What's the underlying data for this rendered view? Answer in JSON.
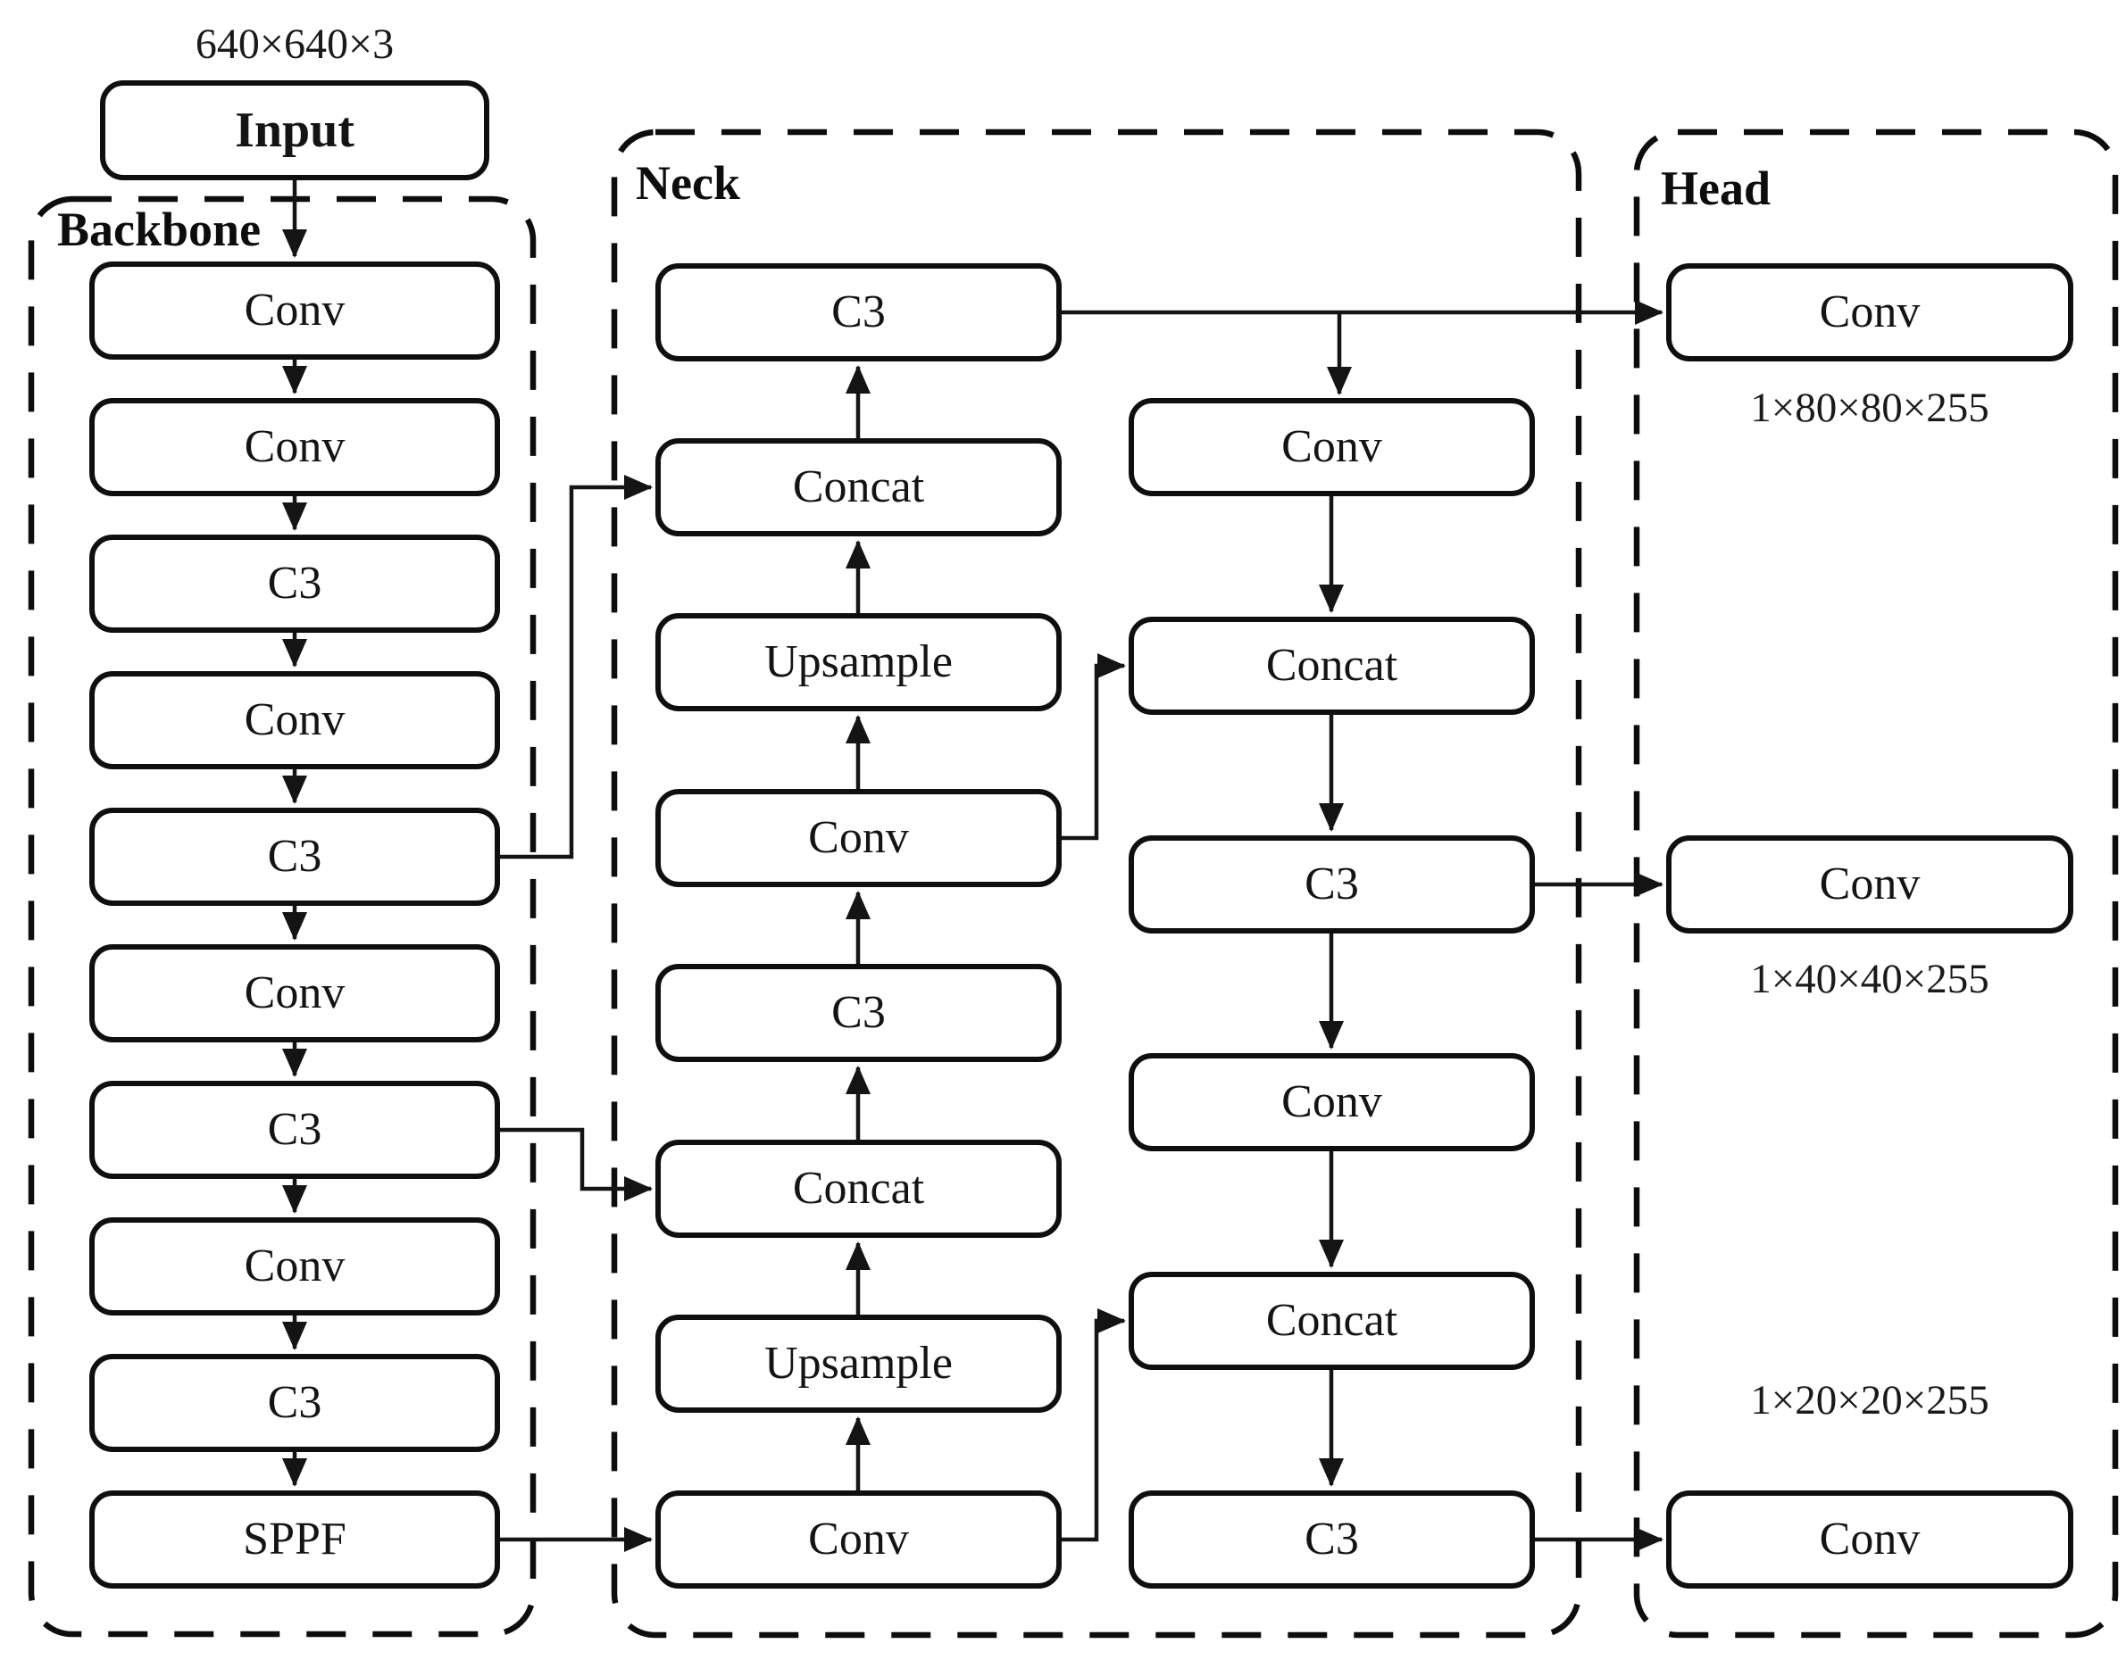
{
  "figure": {
    "input_dim_label": "640×640×3",
    "input_label": "Input"
  },
  "backbone": {
    "title": "Backbone",
    "boxes": [
      "Conv",
      "Conv",
      "C3",
      "Conv",
      "C3",
      "Conv",
      "C3",
      "Conv",
      "C3",
      "SPPF"
    ]
  },
  "neck": {
    "title": "Neck",
    "middle_column": [
      "C3",
      "Concat",
      "Upsample",
      "Conv",
      "C3",
      "Concat",
      "Upsample",
      "Conv"
    ],
    "right_column": [
      "Conv",
      "Concat",
      "C3",
      "Conv",
      "Concat",
      "C3"
    ]
  },
  "head": {
    "title": "Head",
    "boxes": [
      "Conv",
      "Conv",
      "Conv"
    ],
    "output_dims": [
      "1×80×80×255",
      "1×40×40×255",
      "1×20×20×255"
    ]
  },
  "colors": {
    "stroke": "#141414",
    "background": "#ffffff"
  }
}
